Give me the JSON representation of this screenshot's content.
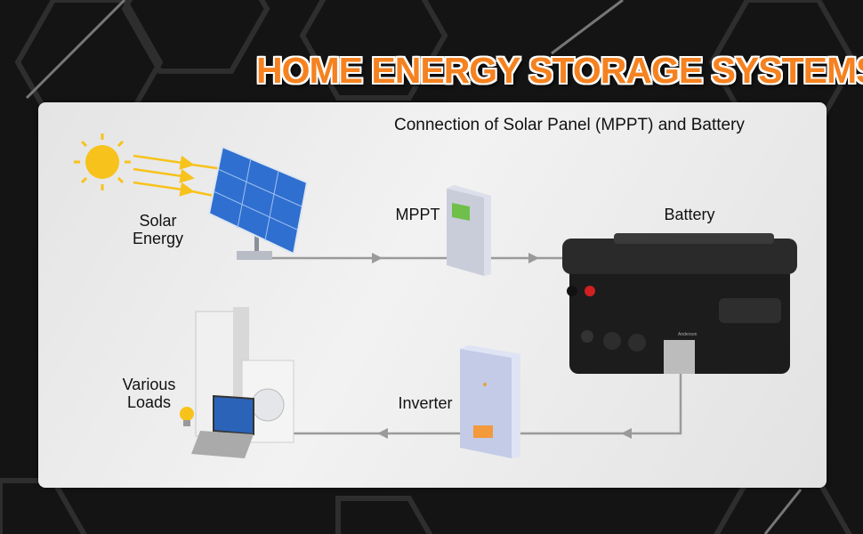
{
  "title": "HOME ENERGY STORAGE SYSTEMS",
  "subtitle": "Connection of Solar Panel (MPPT) and Battery",
  "nodes": {
    "solar": {
      "label_line1": "Solar",
      "label_line2": "Energy"
    },
    "mppt": {
      "label": "MPPT"
    },
    "battery": {
      "label": "Battery",
      "brand_text": "Anderson"
    },
    "inverter": {
      "label": "Inverter"
    },
    "loads": {
      "label_line1": "Various",
      "label_line2": "Loads"
    }
  },
  "colors": {
    "title": "#f58220",
    "sun": "#f7c21b",
    "line": "#9a9a9a",
    "panel": "#2f6fd0"
  }
}
